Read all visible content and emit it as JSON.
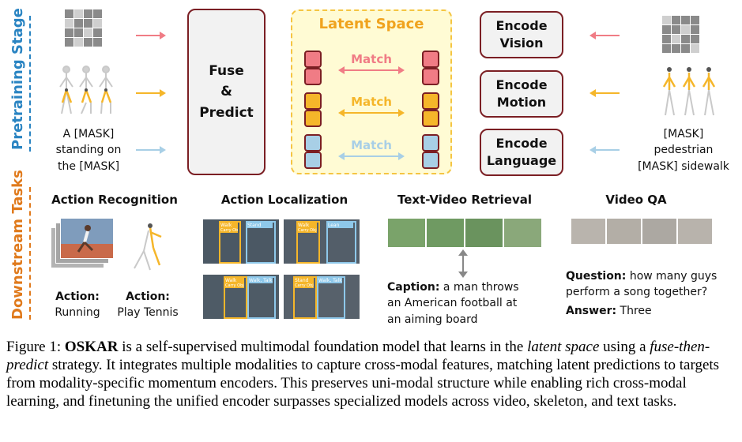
{
  "side_labels": {
    "pretraining": "Pretraining Stage",
    "downstream": "Downstream Tasks"
  },
  "colors": {
    "vision": "#f07c85",
    "motion": "#f5b62a",
    "language": "#a8cfe6",
    "border": "#7b1f24",
    "latent_title": "#f0a31e",
    "latent_bg": "#fffbd4",
    "side_label": "#2a84c2",
    "downstream_label": "#e07a1c"
  },
  "inputs_left": {
    "text": [
      "A [MASK]",
      "standing on",
      "the [MASK]"
    ]
  },
  "fuse_box": {
    "lines": [
      "Fuse",
      "&",
      "Predict"
    ]
  },
  "latent": {
    "title": "Latent Space",
    "match_vision": "Match",
    "match_motion": "Match",
    "match_language": "Match"
  },
  "encoders": {
    "vision": [
      "Encode",
      "Vision"
    ],
    "motion": [
      "Encode",
      "Motion"
    ],
    "language": [
      "Encode",
      "Language"
    ]
  },
  "inputs_right": {
    "text": [
      "[MASK]",
      "pedestrian",
      "[MASK] sidewalk"
    ]
  },
  "tasks": {
    "action_recognition": {
      "title": "Action Recognition",
      "left_label": "Action:",
      "left_value": "Running",
      "right_label": "Action:",
      "right_value": "Play Tennis"
    },
    "action_localization": {
      "title": "Action Localization",
      "tags": [
        "Walk",
        "Carry Object",
        "Stand",
        "Walk",
        "Carry Object",
        "Lean",
        "Walk",
        "Carry Object",
        "Walk, Talk",
        "Stand",
        "Carry Object",
        "Walk, Talk"
      ]
    },
    "text_video_retrieval": {
      "title": "Text-Video Retrieval",
      "caption_label": "Caption:",
      "caption_text": "a man throws an American football at an aiming board"
    },
    "video_qa": {
      "title": "Video QA",
      "question_label": "Question:",
      "question_text": "how many guys perform a song together?",
      "answer_label": "Answer:",
      "answer_text": "Three"
    }
  },
  "figure_caption": {
    "prefix": "Figure 1: ",
    "model": "OSKAR",
    "part1": " is a self-supervised multimodal foundation model that learns in the ",
    "latent": "latent space",
    "part2": " using a ",
    "strategy": "fuse-then-predict",
    "part3": " strategy. It integrates multiple modalities to capture cross-modal features, matching latent predictions to targets from modality-specific momentum encoders. This preserves uni-modal structure while enabling rich cross-modal learning, and finetuning the unified encoder surpasses specialized models across video, skeleton, and text tasks."
  }
}
